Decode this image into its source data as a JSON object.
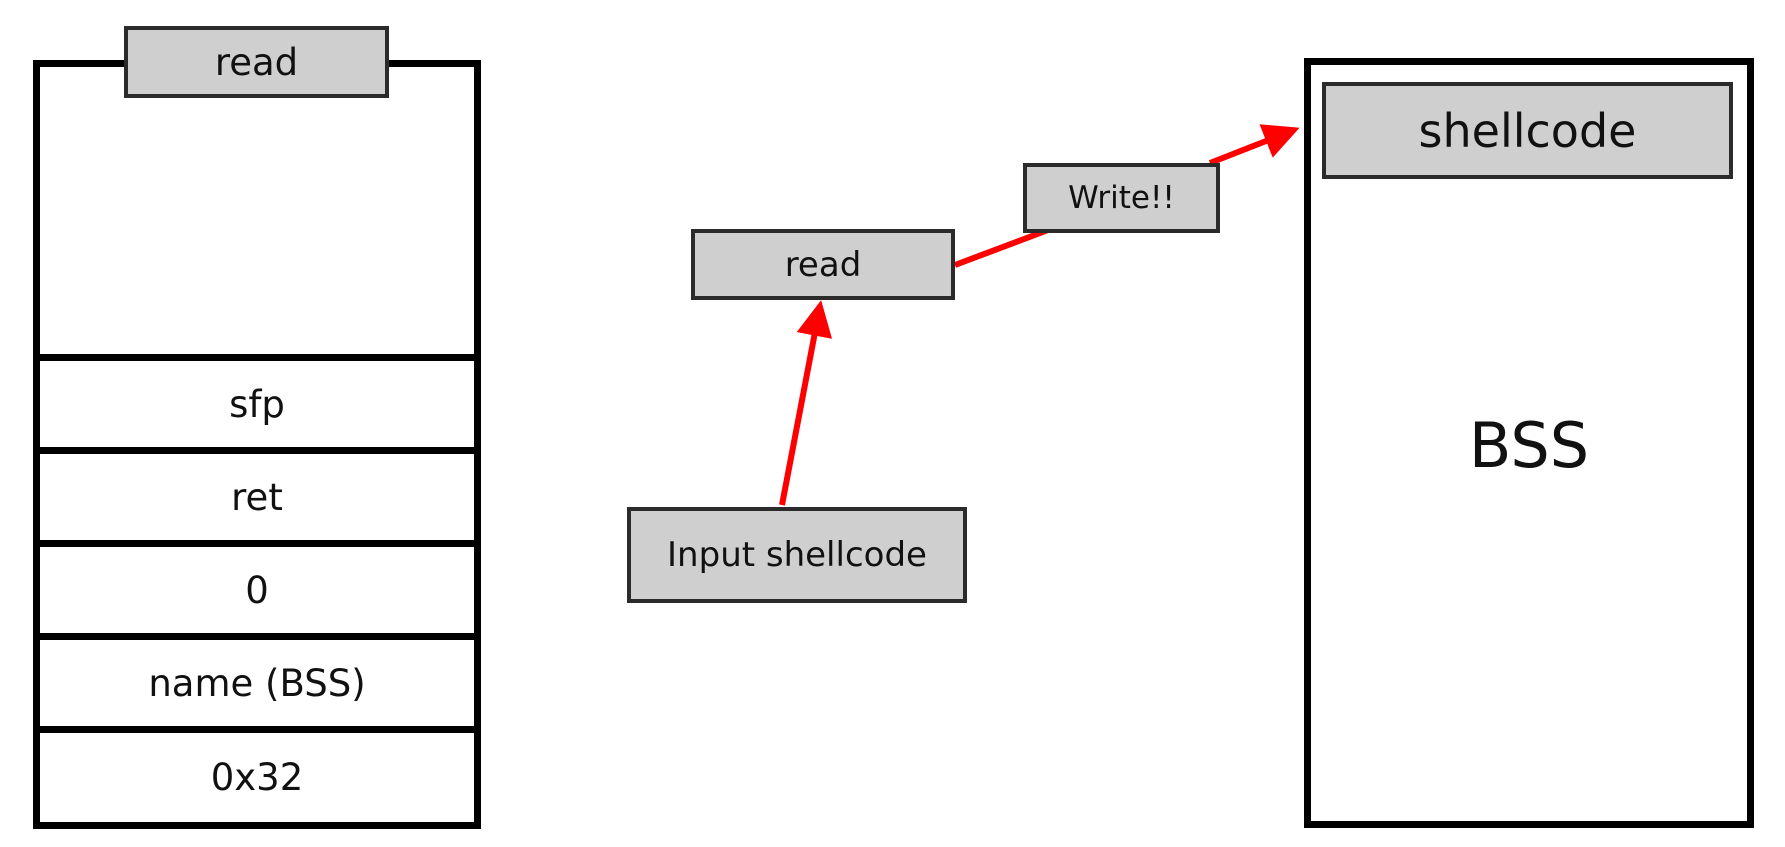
{
  "stack": {
    "tab_label": "read",
    "cells": [
      "sfp",
      "ret",
      "0",
      "name (BSS)",
      "0x32"
    ]
  },
  "flow": {
    "read_label": "read",
    "input_label": "Input shellcode",
    "write_label": "Write!!"
  },
  "bss": {
    "shellcode_label": "shellcode",
    "section_label": "BSS"
  },
  "colors": {
    "arrow": "#ff0000",
    "label_fill": "#d0cfd0",
    "outline": "#000000"
  }
}
